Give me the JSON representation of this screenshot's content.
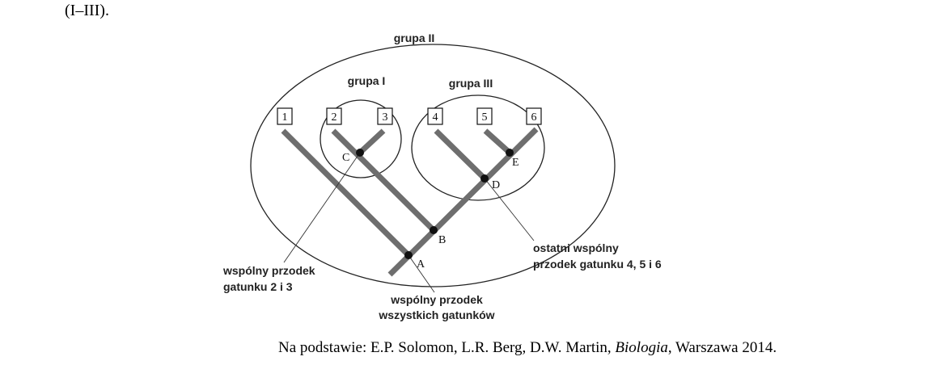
{
  "top_fragment": "(I–III).",
  "groups": {
    "outer": "grupa II",
    "left": "grupa I",
    "right": "grupa III"
  },
  "species": [
    "1",
    "2",
    "3",
    "4",
    "5",
    "6"
  ],
  "nodes": [
    "A",
    "B",
    "C",
    "D",
    "E"
  ],
  "callouts": {
    "c_line1": "wspólny przodek",
    "c_line2": "gatunku 2 i 3",
    "a_line1": "wspólny przodek",
    "a_line2": "wszystkich gatunków",
    "d_line1": "ostatni wspólny",
    "d_line2": "przodek gatunku 4, 5 i 6"
  },
  "source": {
    "prefix": "Na podstawie: E.P. Solomon, L.R. Berg, D.W. Martin, ",
    "title": "Biologia",
    "suffix": ", Warszawa 2014."
  }
}
